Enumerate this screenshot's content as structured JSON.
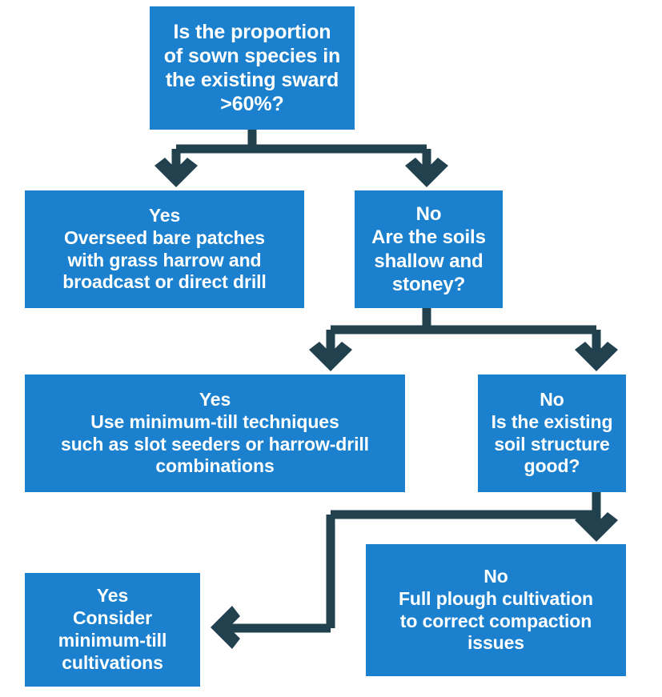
{
  "diagram": {
    "title": "Sward reseeding decision flowchart",
    "colors": {
      "node_fill": "#1b81ce",
      "node_text": "#ffffff",
      "connector": "#22414f",
      "background": "#ffffff"
    },
    "nodes": [
      {
        "id": "q1",
        "role": "question",
        "text": "Is the proportion\nof sown species in\nthe existing sward\n>60%?"
      },
      {
        "id": "q1-yes",
        "role": "answer-yes",
        "text": "Yes\nOverseed bare patches\nwith grass harrow and\nbroadcast or direct drill"
      },
      {
        "id": "q1-no",
        "role": "answer-no-question",
        "text": "No\nAre the soils\nshallow and\nstoney?"
      },
      {
        "id": "q2-yes",
        "role": "answer-yes",
        "text": "Yes\nUse minimum-till techniques\nsuch as slot seeders or harrow-drill\ncombinations"
      },
      {
        "id": "q2-no",
        "role": "answer-no-question",
        "text": "No\nIs the existing\nsoil structure\ngood?"
      },
      {
        "id": "q3-no",
        "role": "answer-no",
        "text": "No\nFull plough cultivation\nto correct compaction\nissues"
      },
      {
        "id": "q3-yes",
        "role": "answer-yes",
        "text": "Yes\nConsider\nminimum-till\ncultivations"
      }
    ],
    "edges": [
      {
        "id": "edge-q1-to-yes",
        "from": "q1",
        "to": "q1-yes",
        "label": "Yes"
      },
      {
        "id": "edge-q1-to-no",
        "from": "q1",
        "to": "q1-no",
        "label": "No"
      },
      {
        "id": "edge-q1no-to-yes",
        "from": "q1-no",
        "to": "q2-yes",
        "label": "Yes"
      },
      {
        "id": "edge-q1no-to-no",
        "from": "q1-no",
        "to": "q2-no",
        "label": "No"
      },
      {
        "id": "edge-q2no-to-no",
        "from": "q2-no",
        "to": "q3-no",
        "label": "No"
      },
      {
        "id": "edge-q2no-to-yes",
        "from": "q2-no",
        "to": "q3-yes",
        "label": "Yes"
      }
    ]
  }
}
